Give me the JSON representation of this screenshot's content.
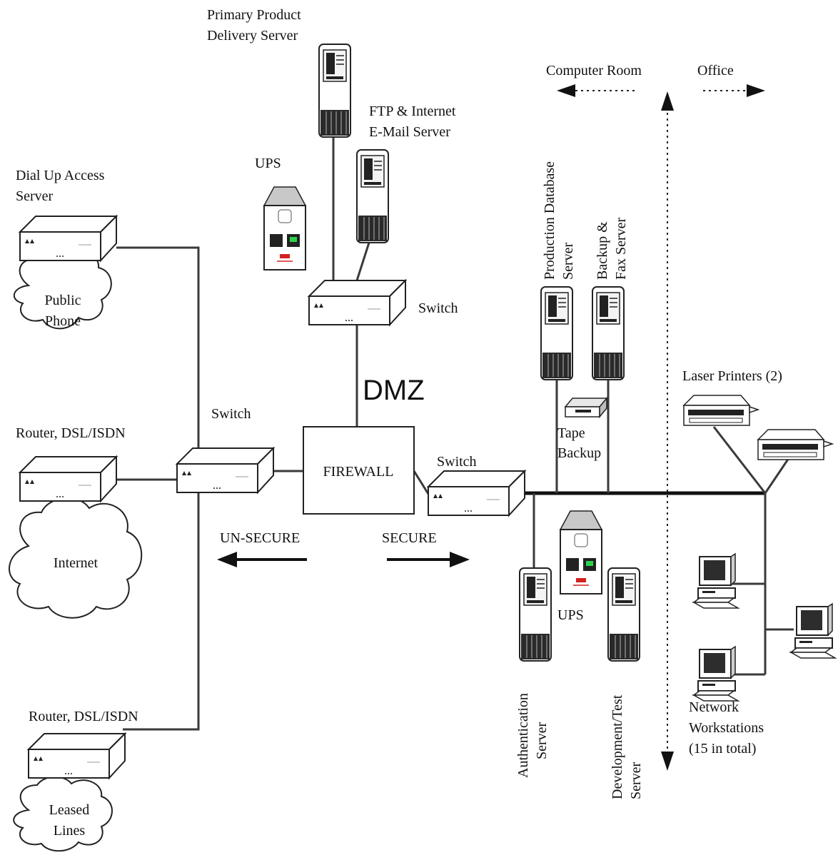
{
  "labels": {
    "primary_server": [
      "Primary Product",
      "Delivery Server"
    ],
    "ftp_server": [
      "FTP & Internet",
      "E-Mail Server"
    ],
    "ups_top": "UPS",
    "dialup": [
      "Dial Up Access",
      "Server"
    ],
    "public_phone": [
      "Public",
      "Phone"
    ],
    "switch_dmz": "Switch",
    "dmz": "DMZ",
    "switch_left": "Switch",
    "router_1": "Router, DSL/ISDN",
    "internet": "Internet",
    "firewall": "FIREWALL",
    "switch_right": "Switch",
    "unsecure": "UN-SECURE",
    "secure": "SECURE",
    "router_2": "Router, DSL/ISDN",
    "leased_lines": [
      "Leased",
      "Lines"
    ],
    "computer_room": "Computer Room",
    "office": "Office",
    "production_db": [
      "Production Database",
      "Server"
    ],
    "backup_fax": [
      "Backup &",
      "Fax Server"
    ],
    "tape_backup": [
      "Tape",
      "Backup"
    ],
    "laser_printers": "Laser Printers (2)",
    "ups_bottom": "UPS",
    "auth_server": [
      "Authentication",
      "Server"
    ],
    "dev_server": [
      "Development/Test",
      "Server"
    ],
    "workstations": [
      "Network",
      "Workstations",
      "(15 in total)"
    ]
  },
  "icons": {
    "server": "server-tower-icon",
    "switch": "switch-icon",
    "router": "router-icon",
    "ups": "ups-icon",
    "cloud": "cloud-icon",
    "printer": "laser-printer-icon",
    "tape": "tape-drive-icon",
    "workstation": "workstation-icon"
  },
  "colors": {
    "line": "#111111",
    "device": "#ffffff",
    "device_dark": "#222222",
    "ups_brand": "#d32020"
  }
}
